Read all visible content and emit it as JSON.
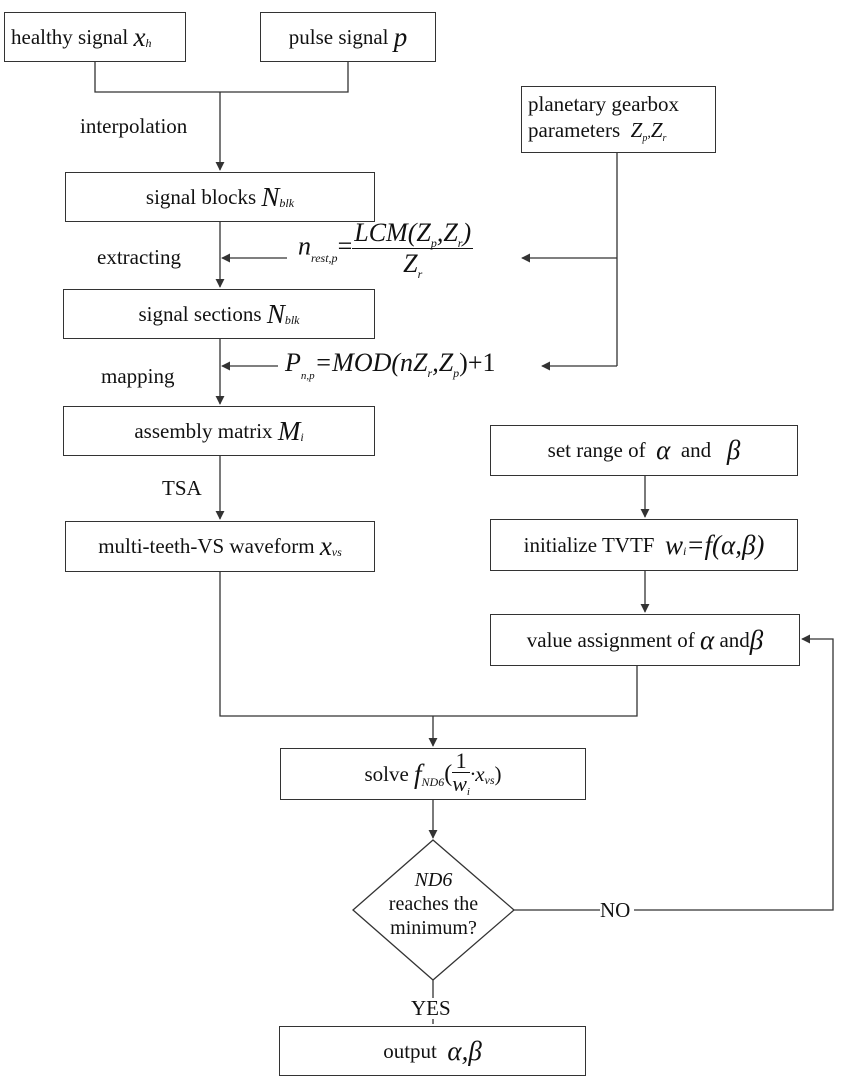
{
  "boxes": {
    "healthy": {
      "text": "healthy signal",
      "var": "x",
      "sub": "h"
    },
    "pulse": {
      "text": "pulse signal",
      "var": "p"
    },
    "planetary": {
      "line1": "planetary gearbox",
      "line2": "parameters",
      "v1": "Z",
      "s1": "p",
      "sep": ",",
      "v2": "Z",
      "s2": "r"
    },
    "blocks": {
      "text": "signal blocks",
      "var": "N",
      "sub": "blk"
    },
    "sections": {
      "text": "signal sections",
      "var": "N",
      "sub": "blk"
    },
    "assembly": {
      "text": "assembly matrix",
      "var": "M",
      "sub": "i"
    },
    "multiteeth": {
      "text": "multi-teeth-VS waveform",
      "var": "x",
      "sub": "vs"
    },
    "setrange": {
      "text": "set range of",
      "a": "α",
      "and": "and",
      "b": "β"
    },
    "initialize": {
      "text": "initialize TVTF",
      "formula": "w",
      "sub": "i",
      "rhs": "=f(α,β)"
    },
    "valueassign": {
      "text": "value assignment of",
      "a": "α",
      "and": "and",
      "b": "β"
    },
    "solve": {
      "text": "solve",
      "f": "f",
      "sub": "ND6",
      "num": "1",
      "den": "w",
      "densub": "i",
      "tail": "·x",
      "tailsub": "vs",
      "close": ")",
      "open": "("
    },
    "decision": {
      "line1": "ND6",
      "line2": "reaches the",
      "line3": "minimum?"
    },
    "output": {
      "text": "output",
      "vars": "α,β"
    }
  },
  "labels": {
    "interpolation": "interpolation",
    "extracting": "extracting",
    "mapping": "mapping",
    "tsa": "TSA",
    "no": "NO",
    "yes": "YES"
  },
  "equations": {
    "nrest": {
      "lhs": "n",
      "lhssub": "rest,p",
      "eq": "=",
      "num": "LCM(Z",
      "nsub1": "p",
      "nmid": ",Z",
      "nsub2": "r",
      "nend": ")",
      "den": "Z",
      "densub": "r"
    },
    "pnp": {
      "lhs": "P",
      "lhssub": "n,p",
      "rhs1": "=MOD(nZ",
      "rsub1": "r",
      "rhs2": ",Z",
      "rsub2": "p",
      "rhs3": ")+1"
    }
  }
}
